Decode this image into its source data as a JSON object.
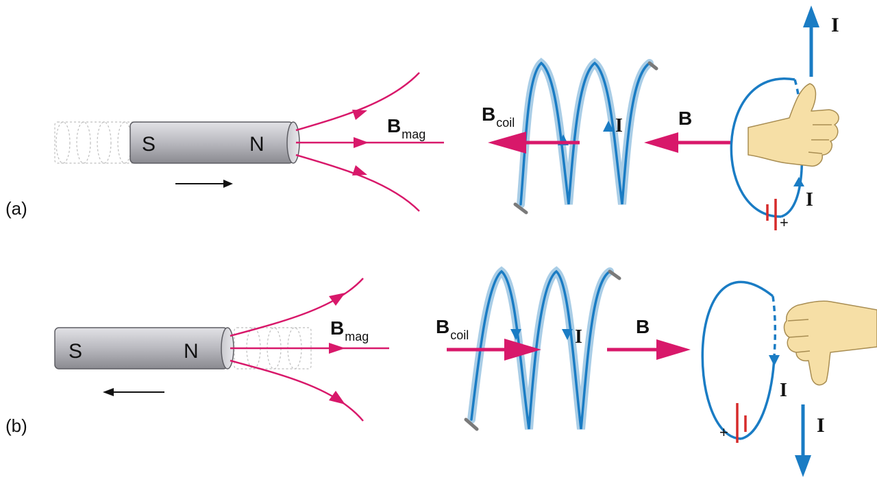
{
  "colors": {
    "field": "#d8186a",
    "current": "#1a7cc4",
    "coil_halo": "#a9cde6",
    "magnet_body": "#b9b9bf",
    "magnet_edge": "#5c5c62",
    "hand_skin": "#f6dfa6",
    "hand_edge": "#a88d52",
    "battery": "#d62b2b"
  },
  "icons": {
    "hand_a": "thumbs-up-hand-icon",
    "hand_b": "thumbs-down-hand-icon",
    "battery": "battery-icon"
  },
  "panel_a": {
    "tag": "(a)",
    "magnet_s": "S",
    "magnet_n": "N",
    "bmag_main": "B",
    "bmag_sub": "mag",
    "bcoil_main": "B",
    "bcoil_sub": "coil",
    "coil_current": "I",
    "b_label": "B",
    "loop_current": "I",
    "up_current": "I",
    "battery_plus": "+"
  },
  "panel_b": {
    "tag": "(b)",
    "magnet_s": "S",
    "magnet_n": "N",
    "bmag_main": "B",
    "bmag_sub": "mag",
    "bcoil_main": "B",
    "bcoil_sub": "coil",
    "coil_current": "I",
    "b_label": "B",
    "loop_current": "I",
    "down_current": "I",
    "battery_plus": "+"
  }
}
